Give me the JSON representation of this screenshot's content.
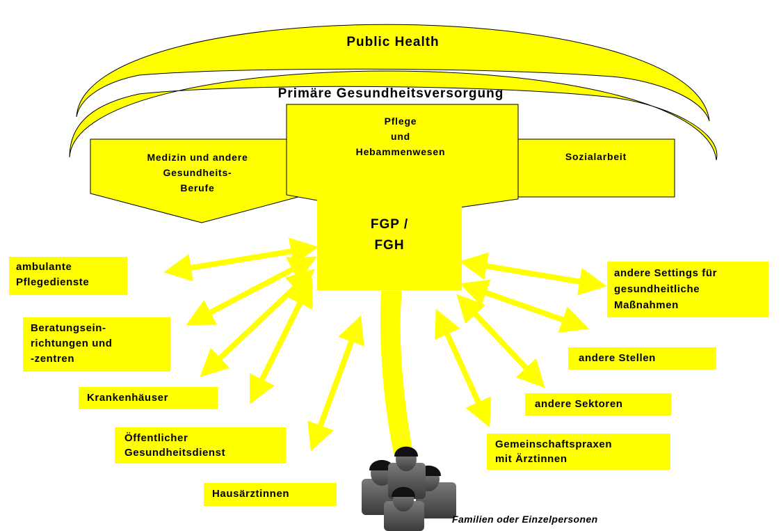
{
  "domes": {
    "outer": "Public Health",
    "inner": "Primäre Gesundheitsversorgung"
  },
  "pillars": {
    "left": [
      "Medizin und andere",
      "Gesundheits-",
      "Berufe"
    ],
    "center": [
      "Pflege",
      "und",
      "Hebammenwesen"
    ],
    "right": [
      "Sozialarbeit"
    ]
  },
  "core": [
    "FGP /",
    "FGH"
  ],
  "left_boxes": [
    [
      "ambulante",
      "Pflegedienste"
    ],
    [
      "Beratungsein-",
      "richtungen und",
      "-zentren"
    ],
    [
      "Krankenhäuser"
    ],
    [
      "Öffentlicher",
      "Gesundheitsdienst"
    ],
    [
      "Hausärztinnen"
    ]
  ],
  "right_boxes": [
    [
      "andere Settings für",
      "gesundheitliche",
      "Maßnahmen"
    ],
    [
      "andere Stellen"
    ],
    [
      "andere Sektoren"
    ],
    [
      "Gemeinschaftspraxen",
      "mit Ärztinnen"
    ]
  ],
  "caption": "Familien oder Einzelpersonen",
  "colors": {
    "fill": "#ffff00",
    "stroke": "#000000",
    "people": "#555555"
  }
}
